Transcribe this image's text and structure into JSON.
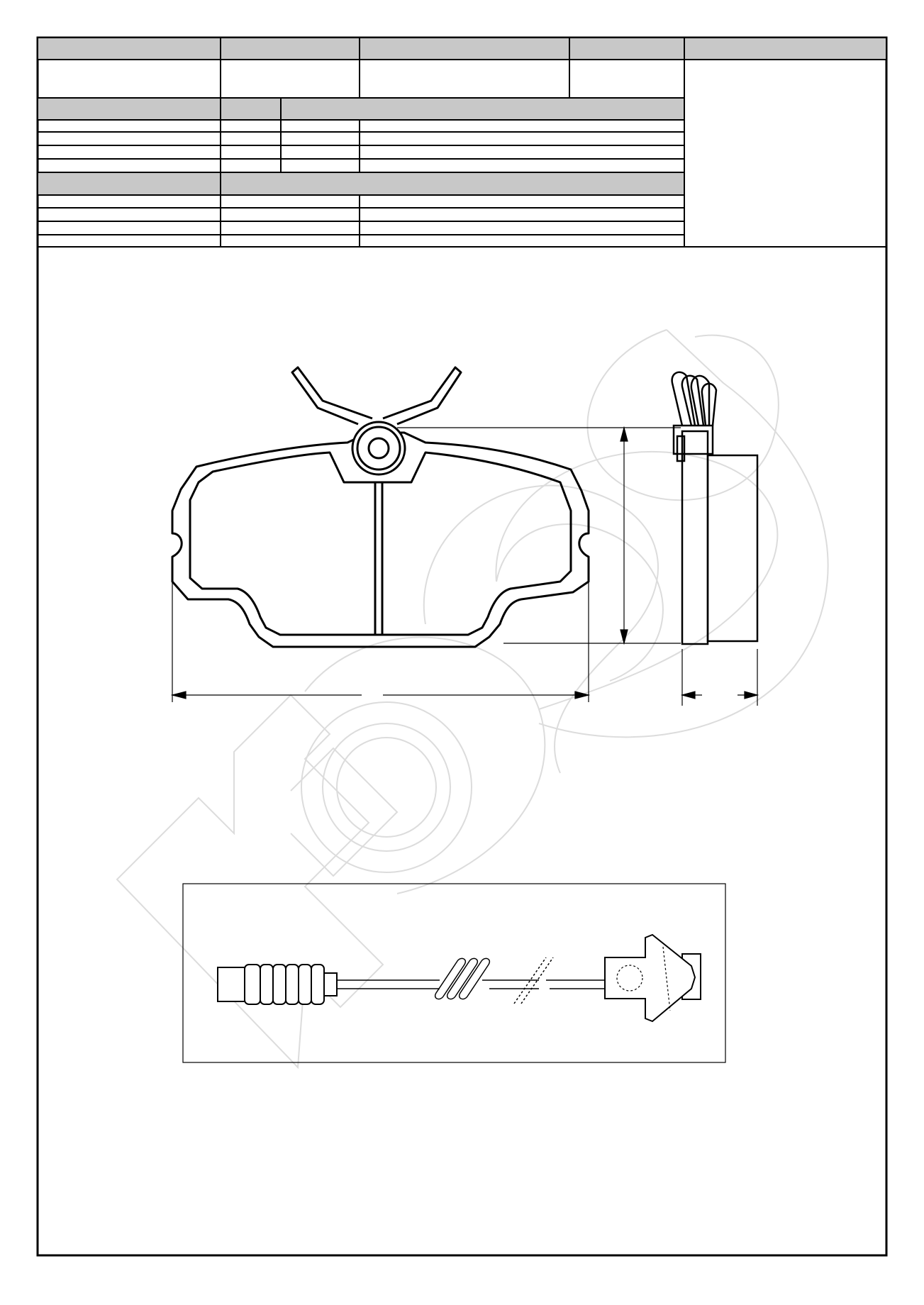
{
  "sheet": {
    "header_fill": "#c8c8c8",
    "line_color": "#000000",
    "watermark_color": "#dcdcdc"
  },
  "header_table": {
    "top_row_cells": 5,
    "spec_rows": 4,
    "compat_rows": 4
  },
  "drawing": {
    "views": [
      "front-view",
      "side-view"
    ],
    "dimensions": [
      "width",
      "height",
      "thickness"
    ]
  },
  "sensor": {
    "parts": [
      "connector",
      "spiral-cable",
      "sensor-clip"
    ]
  }
}
